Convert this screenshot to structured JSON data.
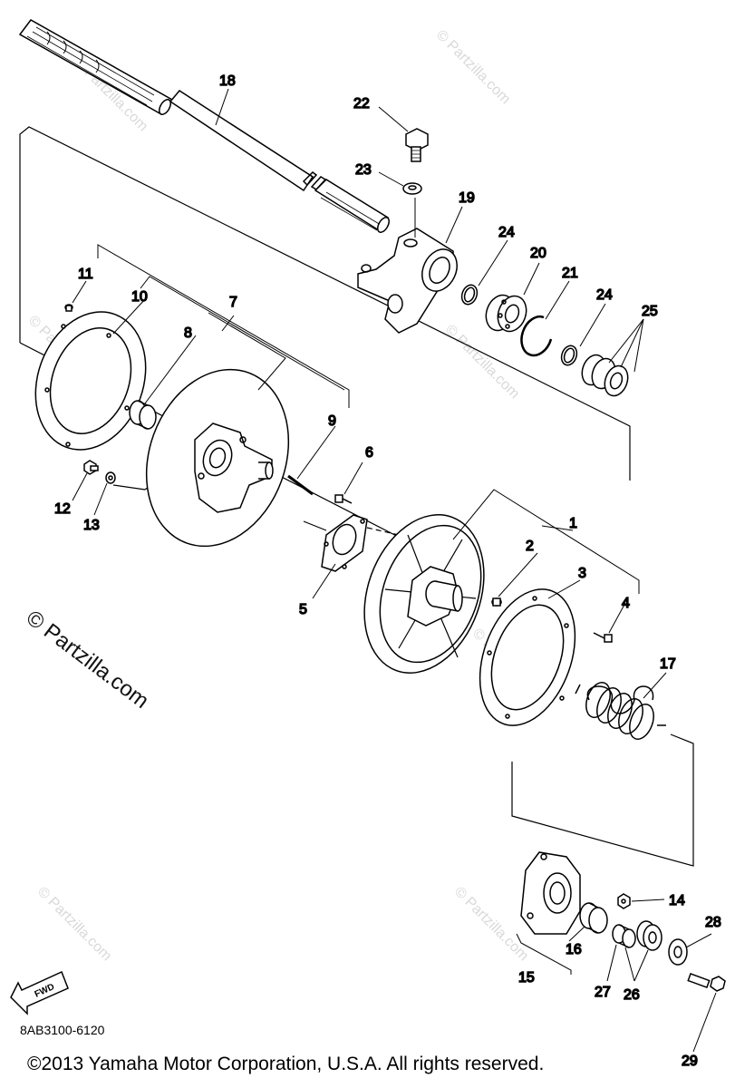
{
  "watermark_small": "© Partzilla.com",
  "watermark_large": "© Partzilla.com",
  "diagram_code": "8AB3100-6120",
  "copyright": "©2013 Yamaha Motor Corporation, U.S.A. All rights reserved.",
  "fwd_label": "FWD",
  "callouts": [
    "1",
    "2",
    "3",
    "4",
    "5",
    "6",
    "7",
    "8",
    "9",
    "10",
    "11",
    "12",
    "13",
    "14",
    "15",
    "16",
    "17",
    "18",
    "19",
    "20",
    "21",
    "22",
    "23",
    "24",
    "24",
    "25",
    "26",
    "27",
    "28",
    "29"
  ]
}
